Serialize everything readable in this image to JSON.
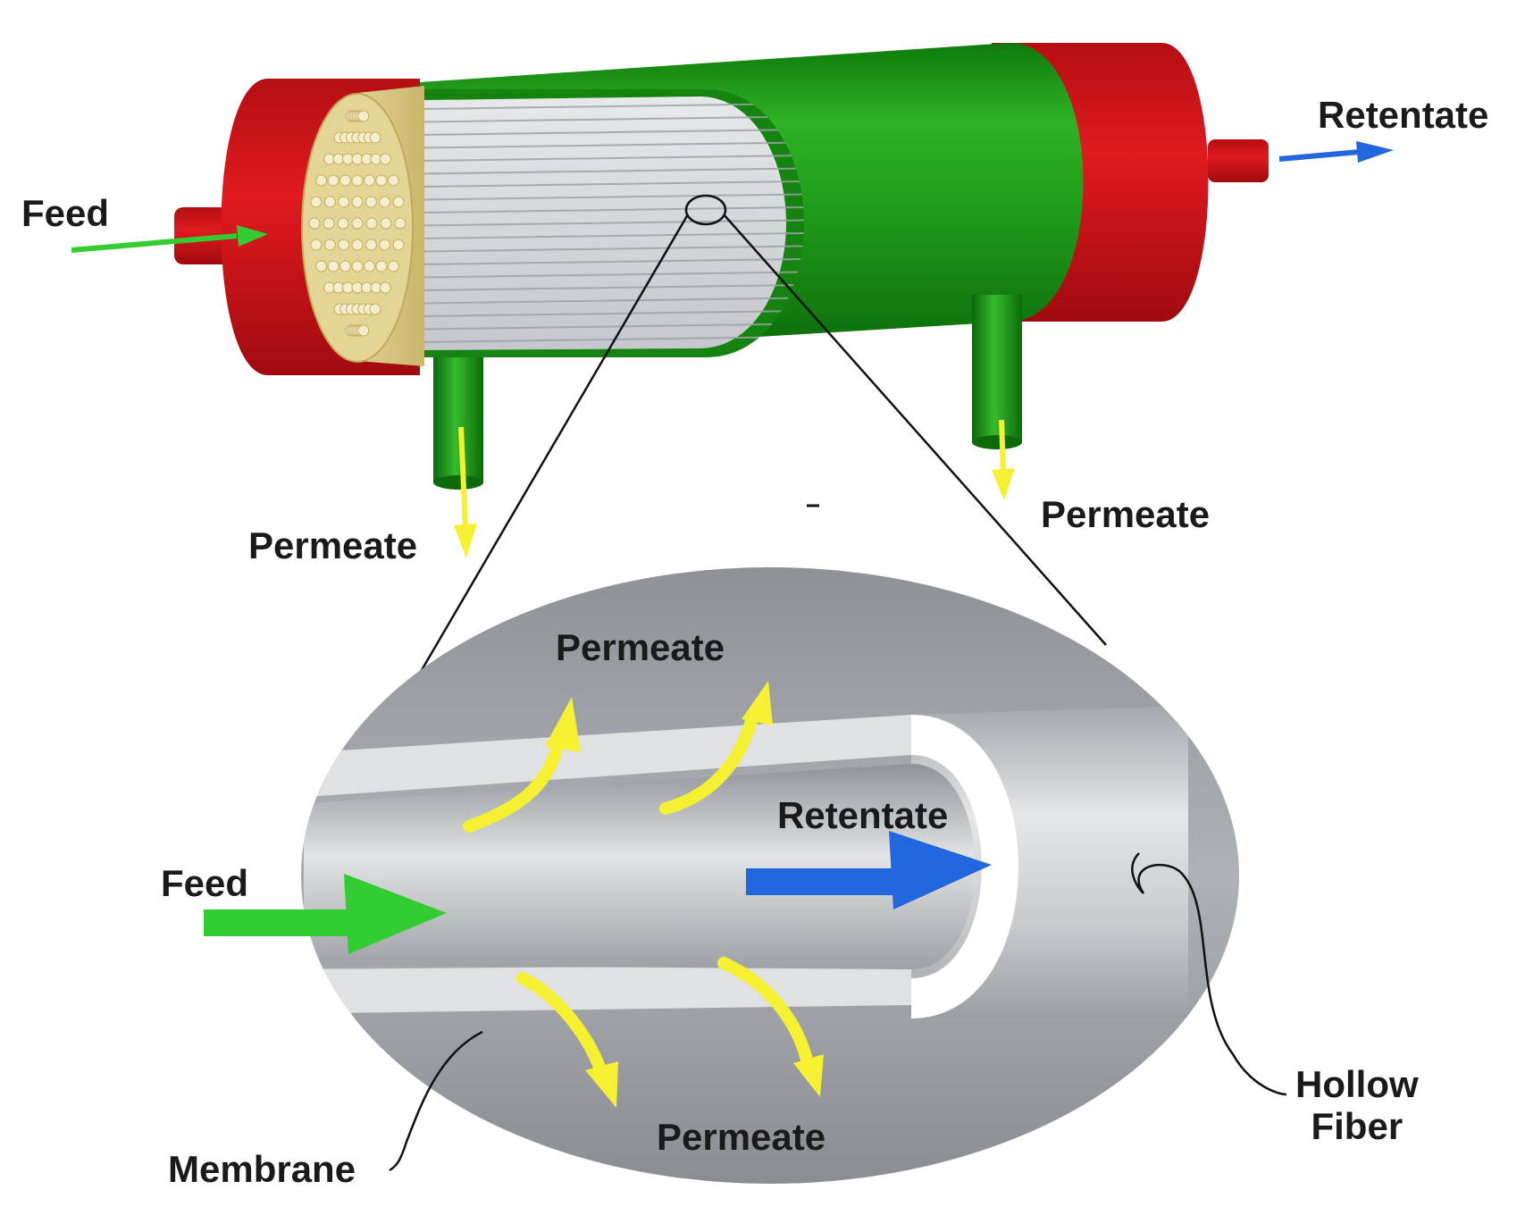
{
  "labels": {
    "feed_top": "Feed",
    "retentate_top": "Retentate",
    "permeate_left": "Permeate",
    "permeate_right": "Permeate",
    "permeate_zoom_top": "Permeate",
    "feed_zoom": "Feed",
    "retentate_zoom": "Retentate",
    "permeate_zoom_bottom": "Permeate",
    "membrane": "Membrane",
    "hollow_fiber_line1": "Hollow",
    "hollow_fiber_line2": "Fiber"
  },
  "colors": {
    "shell_green": "#1f9a1a",
    "end_cap_red": "#d8141a",
    "feed_arrow_green": "#33cc33",
    "retentate_arrow_blue": "#2266dd",
    "permeate_arrow_yellow": "#f5f032",
    "fiber_gray": "#c8cbcf",
    "potting_tan": "#d9c98a"
  }
}
